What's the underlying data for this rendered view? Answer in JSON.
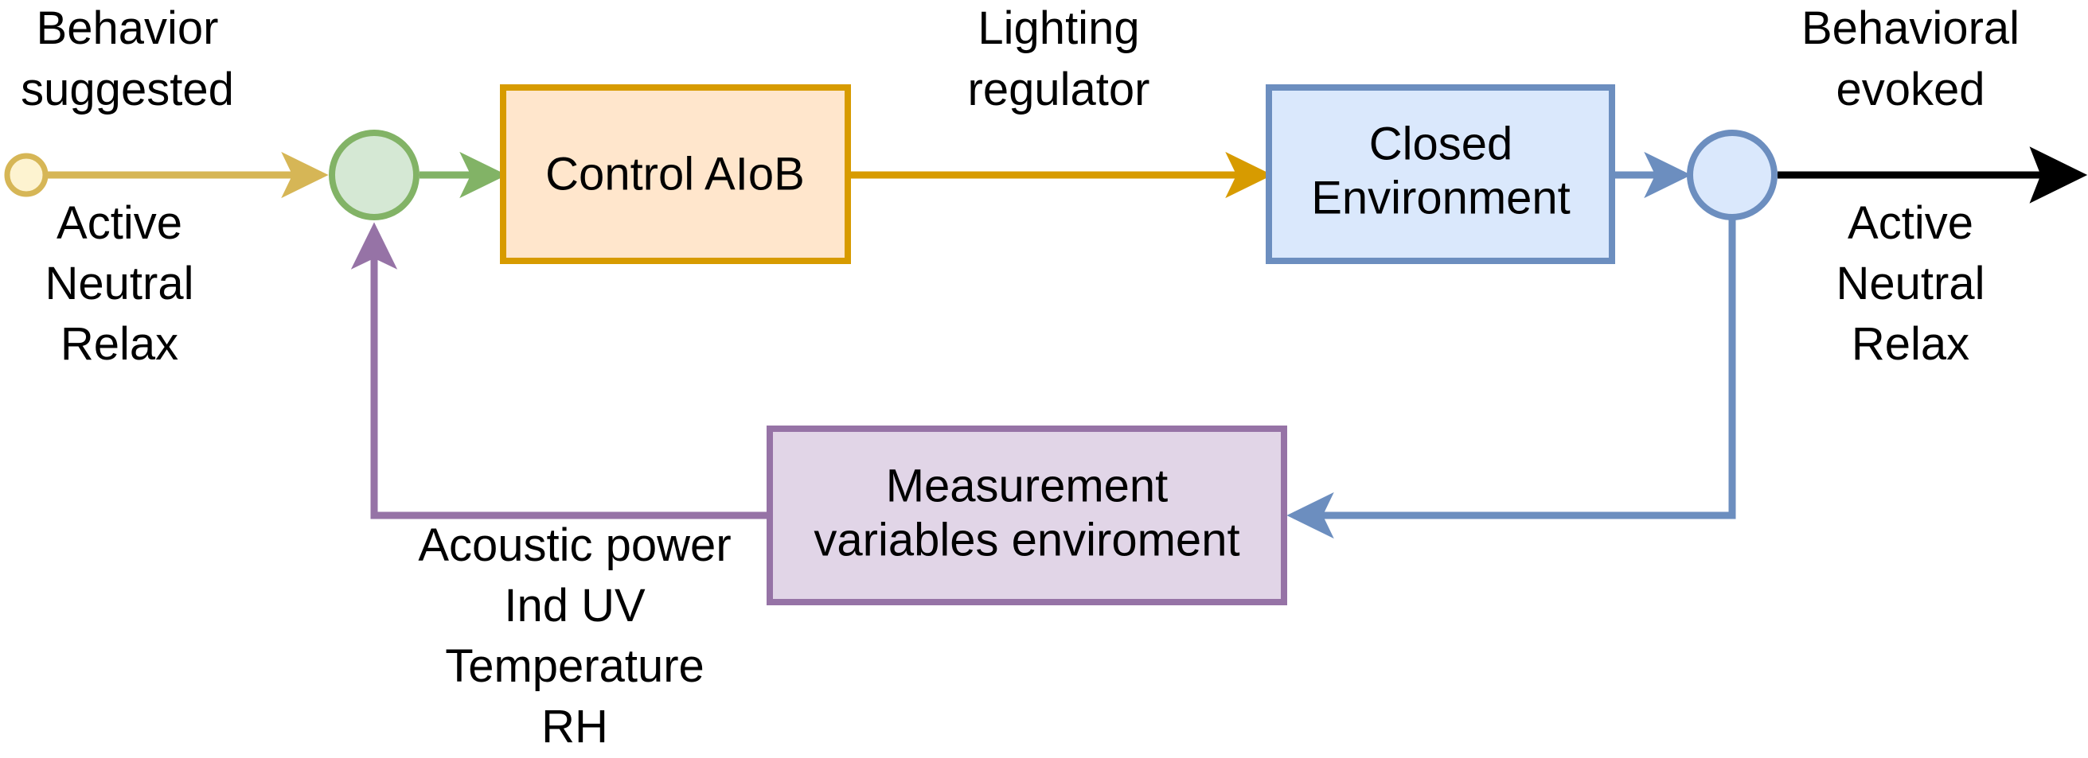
{
  "diagram": {
    "title": "Closed-loop lighting control block diagram",
    "background": "#ffffff",
    "palette": {
      "start_node_fill": "#fdf3d0",
      "start_node_stroke": "#d6b656",
      "sum_node_fill": "#d5e8d4",
      "sum_node_stroke": "#82b366",
      "control_box_fill": "#ffe6cc",
      "control_box_stroke": "#d79b00",
      "environment_box_fill": "#dae8fc",
      "environment_box_stroke": "#6c8ebf",
      "measurement_box_fill": "#e1d5e7",
      "measurement_box_stroke": "#9673a6",
      "output_node_fill": "#dae8fc",
      "output_node_stroke": "#6c8ebf",
      "yellow_edge": "#d6b656",
      "green_edge": "#82b366",
      "orange_edge": "#d79b00",
      "blue_edge": "#6c8ebf",
      "purple_edge": "#9673a6",
      "black_edge": "#000000",
      "text": "#000000"
    },
    "nodes": [
      {
        "id": "start",
        "shape": "circle",
        "label": ""
      },
      {
        "id": "summing-junction",
        "shape": "circle",
        "label": ""
      },
      {
        "id": "control",
        "shape": "rect",
        "label": "Control AIoB"
      },
      {
        "id": "environment",
        "shape": "rect",
        "label_line1": "Closed",
        "label_line2": "Environment"
      },
      {
        "id": "measurement",
        "shape": "rect",
        "label_line1": "Measurement",
        "label_line2": "variables enviroment"
      },
      {
        "id": "output",
        "shape": "circle",
        "label": ""
      }
    ],
    "labels": {
      "input_top": {
        "line1": "Behavior",
        "line2": "suggested"
      },
      "input_bottom": {
        "line1": "Active",
        "line2": "Neutral",
        "line3": "Relax"
      },
      "control_to_env_top": {
        "line1": "Lighting",
        "line2": "regulator"
      },
      "output_top": {
        "line1": "Behavioral",
        "line2": "evoked"
      },
      "output_bottom": {
        "line1": "Active",
        "line2": "Neutral",
        "line3": "Relax"
      },
      "feedback": {
        "line1": "Acoustic power",
        "line2": "Ind UV",
        "line3": "Temperature",
        "line4": "RH"
      }
    },
    "edges": [
      {
        "id": "start-to-sum",
        "color": "#d6b656",
        "from": "start",
        "to": "summing-junction"
      },
      {
        "id": "sum-to-control",
        "color": "#82b366",
        "from": "summing-junction",
        "to": "control"
      },
      {
        "id": "control-to-environment",
        "color": "#d79b00",
        "from": "control",
        "to": "environment"
      },
      {
        "id": "environment-to-output",
        "color": "#6c8ebf",
        "from": "environment",
        "to": "output"
      },
      {
        "id": "output-to-exit",
        "color": "#000000",
        "from": "output",
        "to": "exit"
      },
      {
        "id": "output-to-measurement",
        "color": "#6c8ebf",
        "from": "output",
        "to": "measurement"
      },
      {
        "id": "measurement-to-sum",
        "color": "#9673a6",
        "from": "measurement",
        "to": "summing-junction"
      }
    ]
  }
}
